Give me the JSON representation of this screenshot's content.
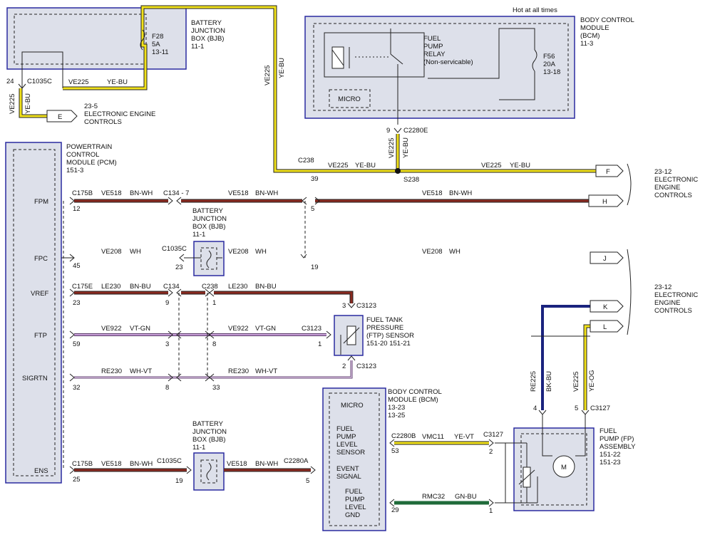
{
  "hot_label": "Hot at all times",
  "modules": {
    "bjb_top": [
      "BATTERY",
      "JUNCTION",
      "BOX (BJB)",
      "11-1"
    ],
    "bcm_top": [
      "BODY CONTROL",
      "MODULE",
      "(BCM)",
      "11-3"
    ],
    "pcm": [
      "POWERTRAIN",
      "CONTROL",
      "MODULE (PCM)",
      "151-3"
    ],
    "bjb_mid": [
      "BATTERY",
      "JUNCTION",
      "BOX (BJB)",
      "11-1"
    ],
    "bjb_bot": [
      "BATTERY",
      "JUNCTION",
      "BOX (BJB)",
      "11-1"
    ],
    "bcm_bot": [
      "BODY CONTROL",
      "MODULE (BCM)",
      "13-23",
      "13-25"
    ],
    "ftp": [
      "FUEL TANK",
      "PRESSURE",
      "(FTP) SENSOR",
      "151-20   151-21"
    ],
    "fp": [
      "FUEL",
      "PUMP (FP)",
      "ASSEMBLY",
      "151-22",
      "151-23"
    ],
    "relay": [
      "FUEL",
      "PUMP",
      "RELAY",
      "(Non-servicable)"
    ]
  },
  "fuses": {
    "f28": [
      "F28",
      "5A",
      "13-11"
    ],
    "f56": [
      "F56",
      "20A",
      "13-18"
    ]
  },
  "micro_top": "MICRO",
  "bcm_inner": {
    "micro": "MICRO",
    "sensor": [
      "FUEL",
      "PUMP",
      "LEVEL",
      "SENSOR"
    ],
    "event": [
      "EVENT",
      "SIGNAL"
    ],
    "gnd": [
      "FUEL",
      "PUMP",
      "LEVEL",
      "GND"
    ]
  },
  "pcm_pins": [
    "FPM",
    "FPC",
    "VREF",
    "FTP",
    "SIGRTN",
    "ENS"
  ],
  "right_groups": {
    "g1": [
      "23-12",
      "ELECTRONIC",
      "ENGINE",
      "CONTROLS"
    ],
    "g2": [
      "23-12",
      "ELECTRONIC",
      "ENGINE",
      "CONTROLS"
    ],
    "g3": [
      "23-5",
      "ELECTRONIC ENGINE",
      "CONTROLS"
    ]
  },
  "connector_letters": [
    "F",
    "H",
    "J",
    "K",
    "L",
    "E"
  ],
  "motor": "M",
  "labels": {
    "c1035c_top": "C1035C",
    "pin24": "24",
    "ve225_a": "VE225",
    "yebu_a": "YE-BU",
    "ve225_b": "VE225",
    "yebu_b": "YE-BU",
    "ve225_c": "VE225",
    "yebu_c": "YE-BU",
    "ve225_d": "VE225",
    "yebu_d": "YE-BU",
    "ve225_e": "VE225",
    "yebu_e": "YE-BU",
    "ve225_f": "VE225",
    "yebu_f": "YE-BU",
    "c238_a": "C238",
    "p39": "39",
    "s238": "S238",
    "p9": "9",
    "c2280e": "C2280E",
    "c175b_a": "C175B",
    "p12": "12",
    "ve518_a": "VE518",
    "bnwh_a": "BN-WH",
    "c134_7": "C134 - 7",
    "ve518_b": "VE518",
    "bnwh_b": "BN-WH",
    "p5a": "5",
    "ve518_c": "VE518",
    "bnwh_c": "BN-WH",
    "p45": "45",
    "ve208_a": "VE208",
    "wh_a": "WH",
    "c1035c_b": "C1035C",
    "p23a": "23",
    "ve208_b": "VE208",
    "wh_b": "WH",
    "p19a": "19",
    "ve208_c": "VE208",
    "wh_c": "WH",
    "c175e": "C175E",
    "p23b": "23",
    "le230_a": "LE230",
    "bnbu_a": "BN-BU",
    "c134": "C134",
    "p9b": "9",
    "c238_b": "C238",
    "p1a": "1",
    "le230_b": "LE230",
    "bnbu_b": "BN-BU",
    "p3": "3",
    "c3123_a": "C3123",
    "p59": "59",
    "ve922_a": "VE922",
    "vtgn_a": "VT-GN",
    "p3b": "3",
    "p8a": "8",
    "ve922_b": "VE922",
    "vtgn_b": "VT-GN",
    "c3123_b": "C3123",
    "p1b": "1",
    "p2a": "2",
    "c3123_c": "C3123",
    "p32": "32",
    "re230_a": "RE230",
    "whvt_a": "WH-VT",
    "p8b": "8",
    "p33": "33",
    "re230_b": "RE230",
    "whvt_b": "WH-VT",
    "c175b_b": "C175B",
    "p25": "25",
    "ve518_d": "VE518",
    "bnwh_d": "BN-WH",
    "c1035c_c": "C1035C",
    "p19b": "19",
    "ve518_e": "VE518",
    "bnwh_e": "BN-WH",
    "c2280a": "C2280A",
    "p5b": "5",
    "c2280b": "C2280B",
    "p53": "53",
    "vmc11": "VMC11",
    "yevt": "YE-VT",
    "c3127_a": "C3127",
    "p2b": "2",
    "p29": "29",
    "rmc32": "RMC32",
    "gnbu": "GN-BU",
    "p1c": "1",
    "re225": "RE225",
    "bkbu": "BK-BU",
    "ve225_g": "VE225",
    "yeog": "YE-OG",
    "p4": "4",
    "p5c": "5",
    "c3127_b": "C3127"
  },
  "colors": {
    "yellow": "#f2e21a",
    "brown": "#8b2a20",
    "violet": "#c9a0d8",
    "blue": "#1a237e",
    "green": "#1f6b3a",
    "box": "#dde0ea"
  }
}
